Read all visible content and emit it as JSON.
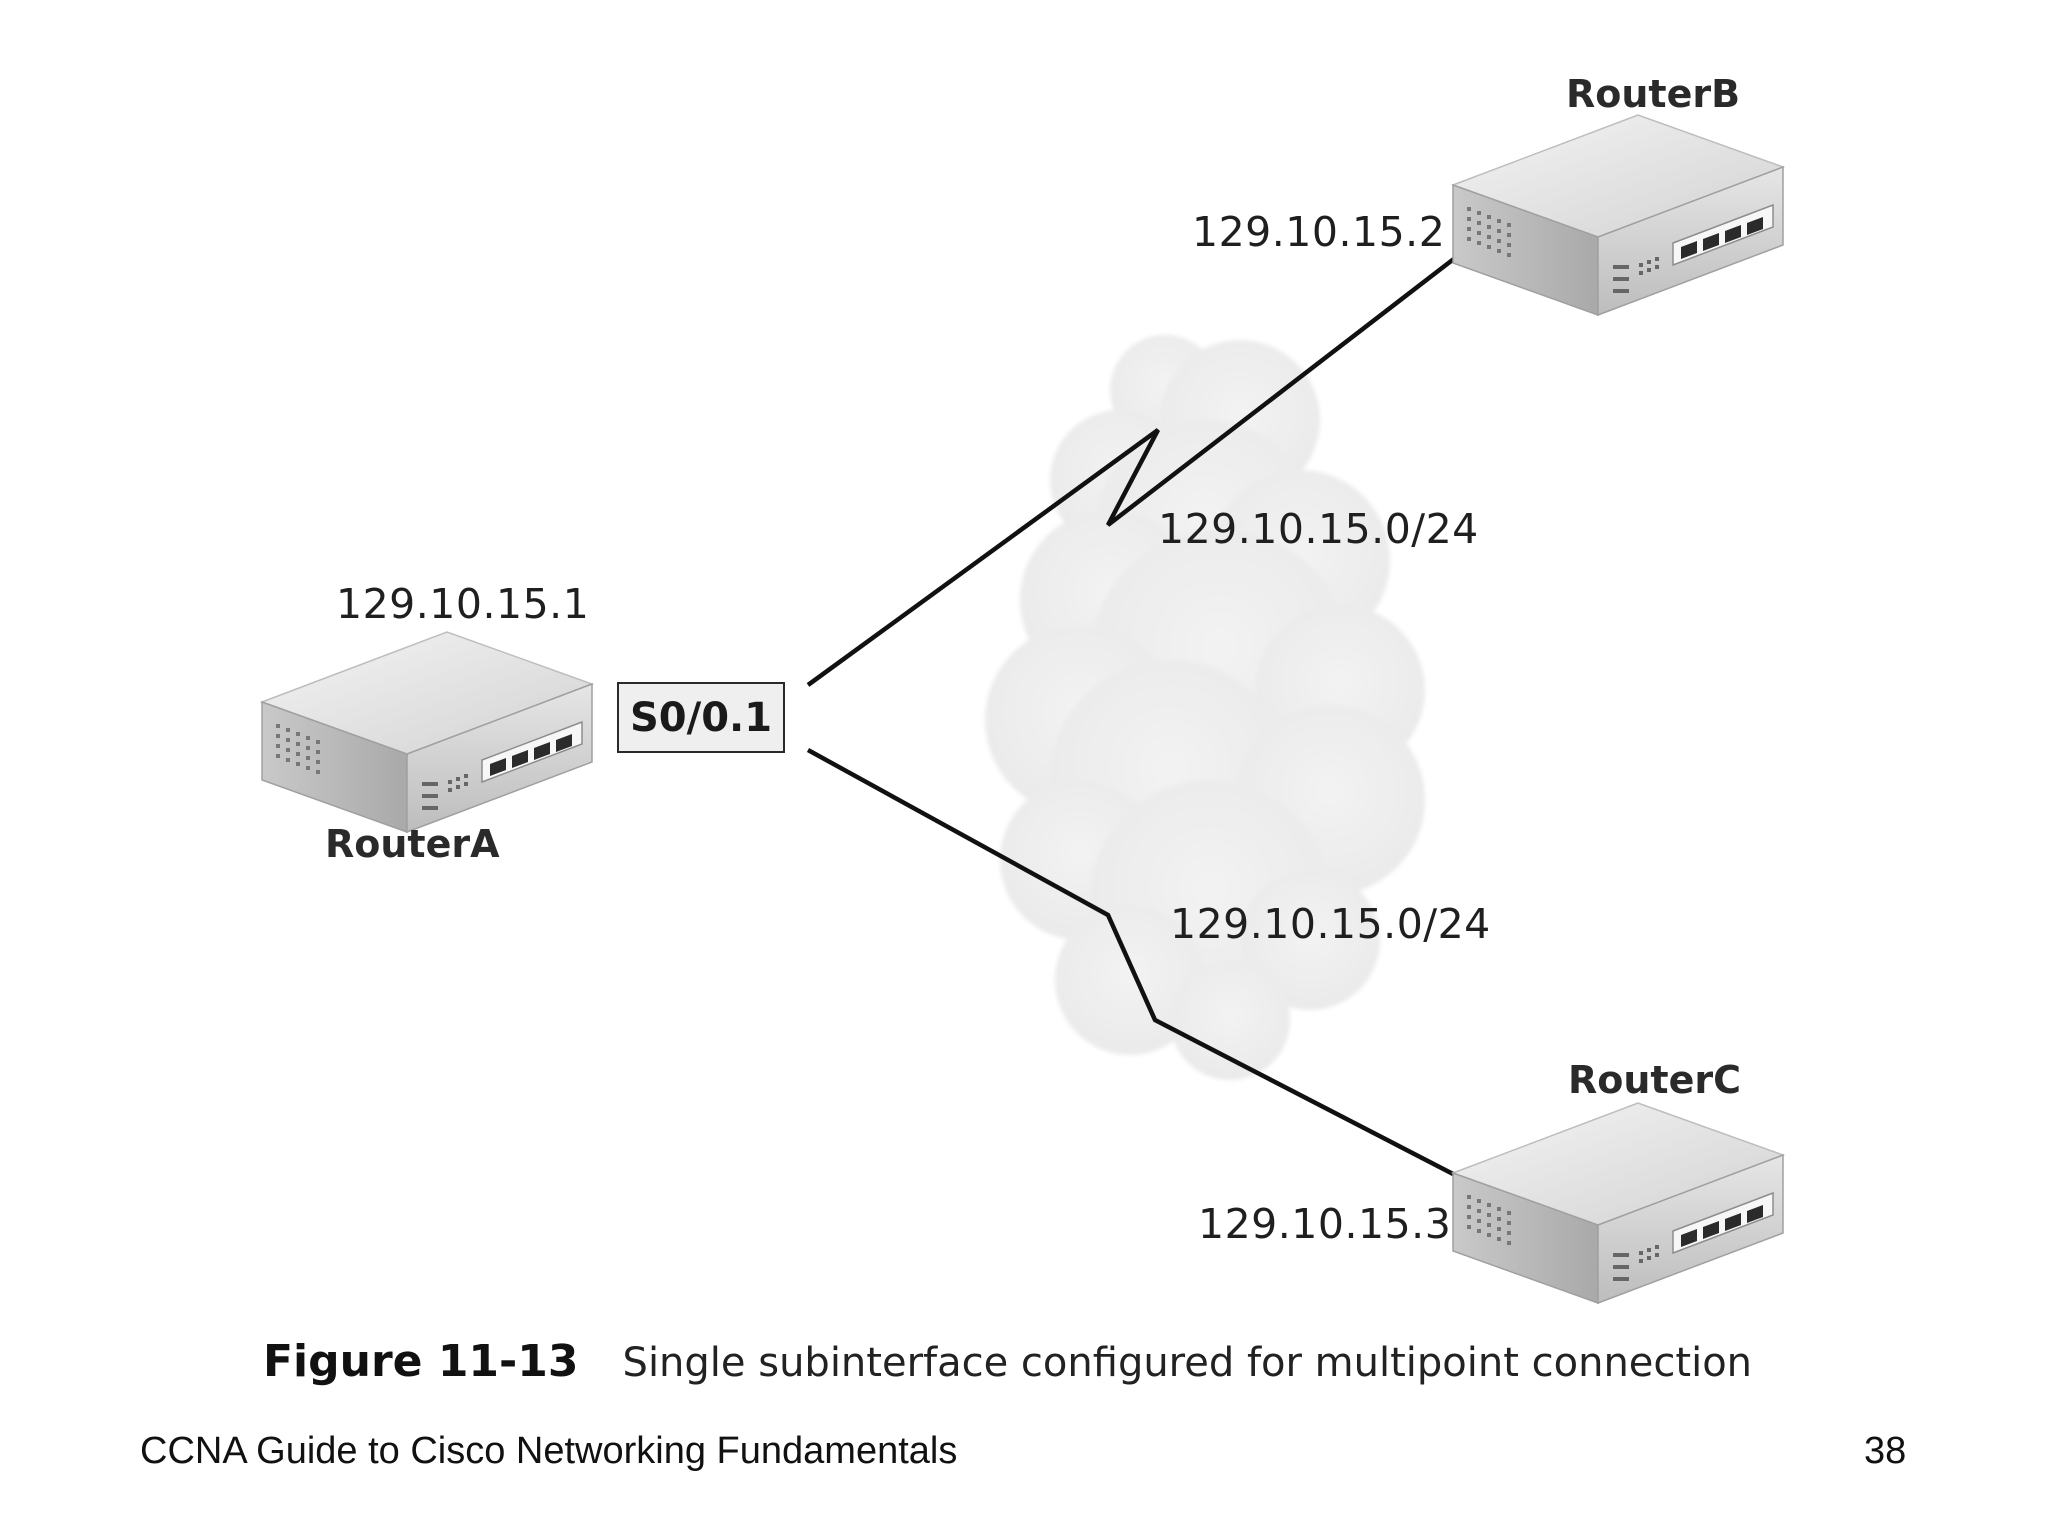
{
  "routers": {
    "a": {
      "name": "RouterA",
      "ip": "129.10.15.1"
    },
    "b": {
      "name": "RouterB",
      "ip": "129.10.15.2"
    },
    "c": {
      "name": "RouterC",
      "ip": "129.10.15.3"
    }
  },
  "interface_label": "S0/0.1",
  "links": {
    "upper_network": "129.10.15.0/24",
    "lower_network": "129.10.15.0/24"
  },
  "caption": {
    "figure_number": "Figure 11-13",
    "text": "Single subinterface configured for multipoint connection"
  },
  "footer": {
    "book_title": "CCNA Guide to Cisco Networking Fundamentals",
    "page_number": "38"
  }
}
